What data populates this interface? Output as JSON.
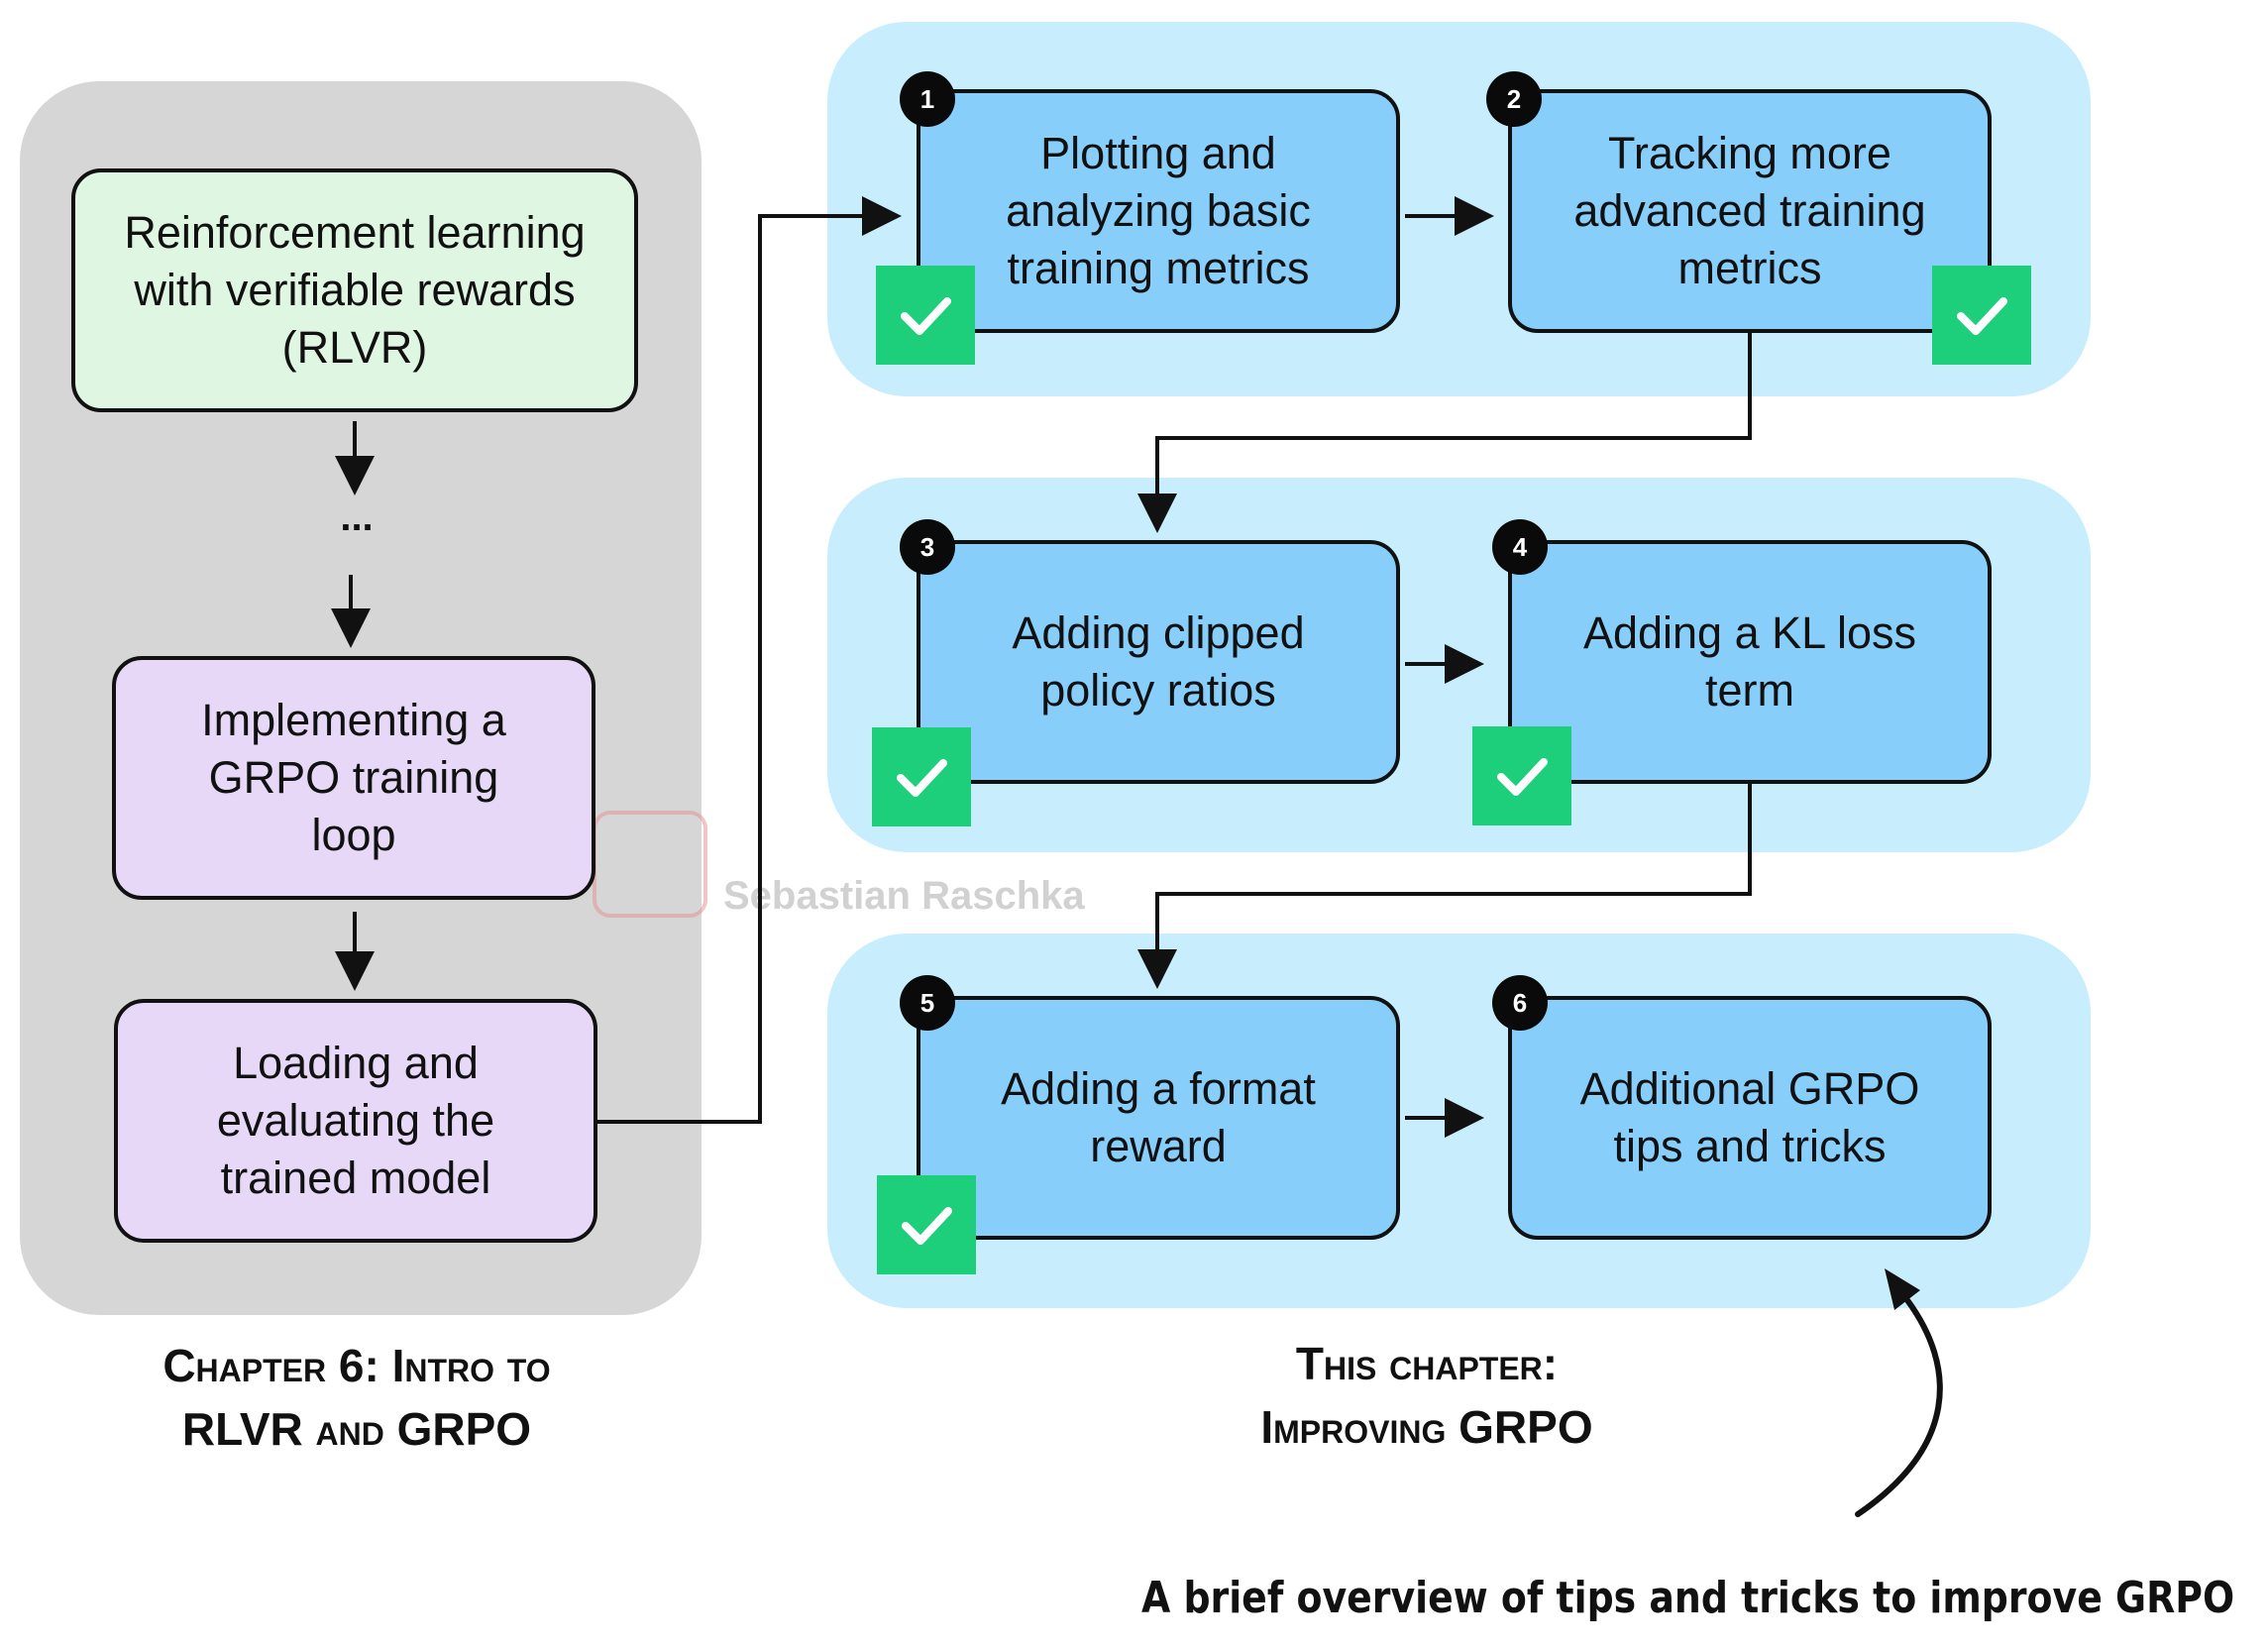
{
  "chapter6": {
    "rlvr_lines": [
      "Reinforcement learning",
      "with verifiable rewards",
      "(RLVR)"
    ],
    "ellipsis": "...",
    "grpo_lines": [
      "Implementing a",
      "GRPO training",
      "loop"
    ],
    "eval_lines": [
      "Loading and",
      "evaluating the",
      "trained model"
    ],
    "caption_lines": [
      "Chapter 6: Intro to",
      "RLVR and GRPO"
    ]
  },
  "steps": [
    {
      "number": "1",
      "lines": [
        "Plotting and",
        "analyzing basic",
        "training metrics"
      ],
      "completed": true
    },
    {
      "number": "2",
      "lines": [
        "Tracking more",
        "advanced training",
        "metrics"
      ],
      "completed": true
    },
    {
      "number": "3",
      "lines": [
        "Adding clipped",
        "policy ratios"
      ],
      "completed": true
    },
    {
      "number": "4",
      "lines": [
        "Adding a KL loss",
        "term"
      ],
      "completed": true
    },
    {
      "number": "5",
      "lines": [
        "Adding a format",
        "reward"
      ],
      "completed": true
    },
    {
      "number": "6",
      "lines": [
        "Additional GRPO",
        "tips and tricks"
      ],
      "completed": false
    }
  ],
  "this_chapter": {
    "caption_lines": [
      "This chapter:",
      "Improving GRPO"
    ]
  },
  "annotation": "A brief overview of tips and tricks to improve GRPO",
  "watermark": "Sebastian Raschka",
  "colors": {
    "grey_panel": "#d6d6d6",
    "blue_panel": "#c8eefd",
    "step_box": "#87cefa",
    "rlvr_box": "#dff7e2",
    "grpo_box": "#e8d8f8",
    "check": "#1dcf7a"
  },
  "icons": {
    "check": "check-mark-icon",
    "badge": "number-badge-icon",
    "arrow": "arrow-icon"
  }
}
